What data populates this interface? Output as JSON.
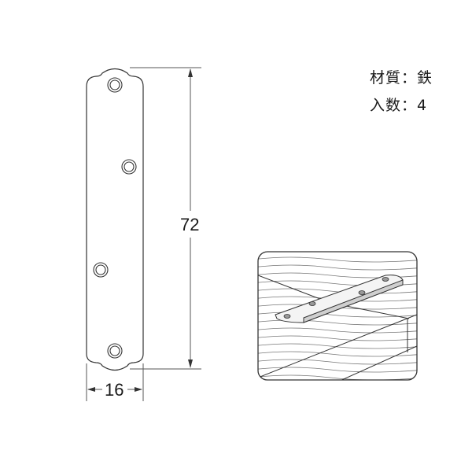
{
  "specs": {
    "material": "材質：鉄",
    "quantity": "入数：4"
  },
  "dimensions": {
    "height_label": "72",
    "width_label": "16"
  },
  "drawing": {
    "line_color": "#333333",
    "hole_count": 4
  },
  "illustration": {
    "description": "Flat plate mounted on wood beam",
    "hole_count": 4
  }
}
